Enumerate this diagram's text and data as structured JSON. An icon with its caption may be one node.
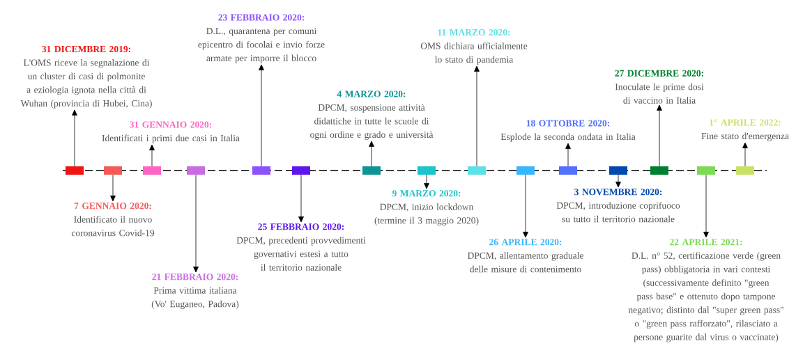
{
  "diagram": {
    "nodes": [
      {
        "text": [
          "31 DICEMBRE 2019:",
          "L'OMS riceve la segnalazione di un cluster di casi di polmonite a eziologia ignota nella città di Wuhan (provincia di Hubei, Cina)"
        ]
      },
      {
        "text": [
          "7 GENNAIO 2020:",
          "Identificato il nuovo coronavirus Covid-19"
        ]
      },
      {
        "text": [
          "31 GENNAIO 2020:",
          "Identificati i primi due casi in Italia"
        ]
      },
      {
        "text": [
          "21 FEBBRAIO 2020:",
          "Prima vittima italiana (Vo' Euganeo, Padova)"
        ]
      },
      {
        "text": [
          "23 FEBBRAIO 2020:",
          "D.L., quarantena per comuni epicentro di focolai e invio forze armate per imporre il blocco"
        ]
      },
      {
        "text": [
          "25 FEBBRAIO 2020:",
          "DPCM, precedenti provvedimenti governativi estesi a tutto il territorio nazionale"
        ]
      },
      {
        "text": [
          "4 MARZO 2020:",
          "DPCM, sospensione attività didattiche in tutte le scuole di ogni ordine e grado e università"
        ]
      },
      {
        "text": [
          "9 MARZO 2020:",
          "DPCM, inizio lockdown (termine il 3 maggio 2020)"
        ]
      },
      {
        "text": [
          "11 MARZO 2020:",
          "OMS dichiara ufficialmente lo stato di pandemia"
        ]
      },
      {
        "text": [
          "26 APRILE 2020:",
          "DPCM, allentamento graduale delle misure di contenimento"
        ]
      },
      {
        "text": [
          "18 OTTOBRE 2020:",
          "Esplode la seconda ondata in Italia"
        ]
      },
      {
        "text": [
          "3 NOVEMBRE 2020:",
          "DPCM, introduzione coprifuoco su tutto il territorio nazionale"
        ]
      },
      {
        "text": [
          "27 DICEMBRE 2020:",
          "Inoculate le prime dosi di vaccino in Italia"
        ]
      },
      {
        "text": [
          "22 APRILE 2021:",
          "D.L. n° 52, certificazione verde (green pass) obbligatoria in vari contesti (successivamente definito \"green pass base\" e ottenuto dopo tampone negativo; distinto dal \"super green pass\" o \"green pass rafforzato\", rilasciato a persone guarite dal virus o vaccinate)"
        ]
      },
      {
        "text": [
          "1° APRILE 2022:",
          "Fine stato d'emergenza"
        ]
      },
      {
        "text": [],
        "shape": "box"
      },
      {
        "text": [],
        "shape": "box"
      },
      {
        "text": [],
        "shape": "box"
      },
      {
        "text": [],
        "shape": "box"
      },
      {
        "text": [],
        "shape": "box"
      },
      {
        "text": [],
        "shape": "box"
      },
      {
        "text": [],
        "shape": "box"
      },
      {
        "text": [],
        "shape": "box"
      },
      {
        "text": [],
        "shape": "box"
      },
      {
        "text": [],
        "shape": "box"
      },
      {
        "text": [],
        "shape": "box"
      },
      {
        "text": [],
        "shape": "box"
      },
      {
        "text": [],
        "shape": "box"
      },
      {
        "text": [],
        "shape": "box"
      },
      {
        "text": [],
        "shape": "box"
      }
    ],
    "edges": [
      {
        "from": 15,
        "to": 0,
        "arrow": "to"
      },
      {
        "from": 16,
        "to": 1,
        "arrow": "to"
      },
      {
        "from": 17,
        "to": 2,
        "arrow": "to"
      },
      {
        "from": 18,
        "to": 3,
        "arrow": "to"
      },
      {
        "from": 19,
        "to": 4,
        "arrow": "to"
      },
      {
        "from": 20,
        "to": 5,
        "arrow": "to"
      },
      {
        "from": 21,
        "to": 6,
        "arrow": "to"
      },
      {
        "from": 22,
        "to": 7,
        "arrow": "to"
      },
      {
        "from": 23,
        "to": 8,
        "arrow": "to"
      },
      {
        "from": 24,
        "to": 9,
        "arrow": "to"
      },
      {
        "from": 25,
        "to": 10,
        "arrow": "to"
      },
      {
        "from": 26,
        "to": 11,
        "arrow": "to"
      },
      {
        "from": 27,
        "to": 12,
        "arrow": "to"
      },
      {
        "from": 28,
        "to": 13,
        "arrow": "to"
      },
      {
        "from": 29,
        "to": 14,
        "arrow": "to"
      }
    ]
  }
}
